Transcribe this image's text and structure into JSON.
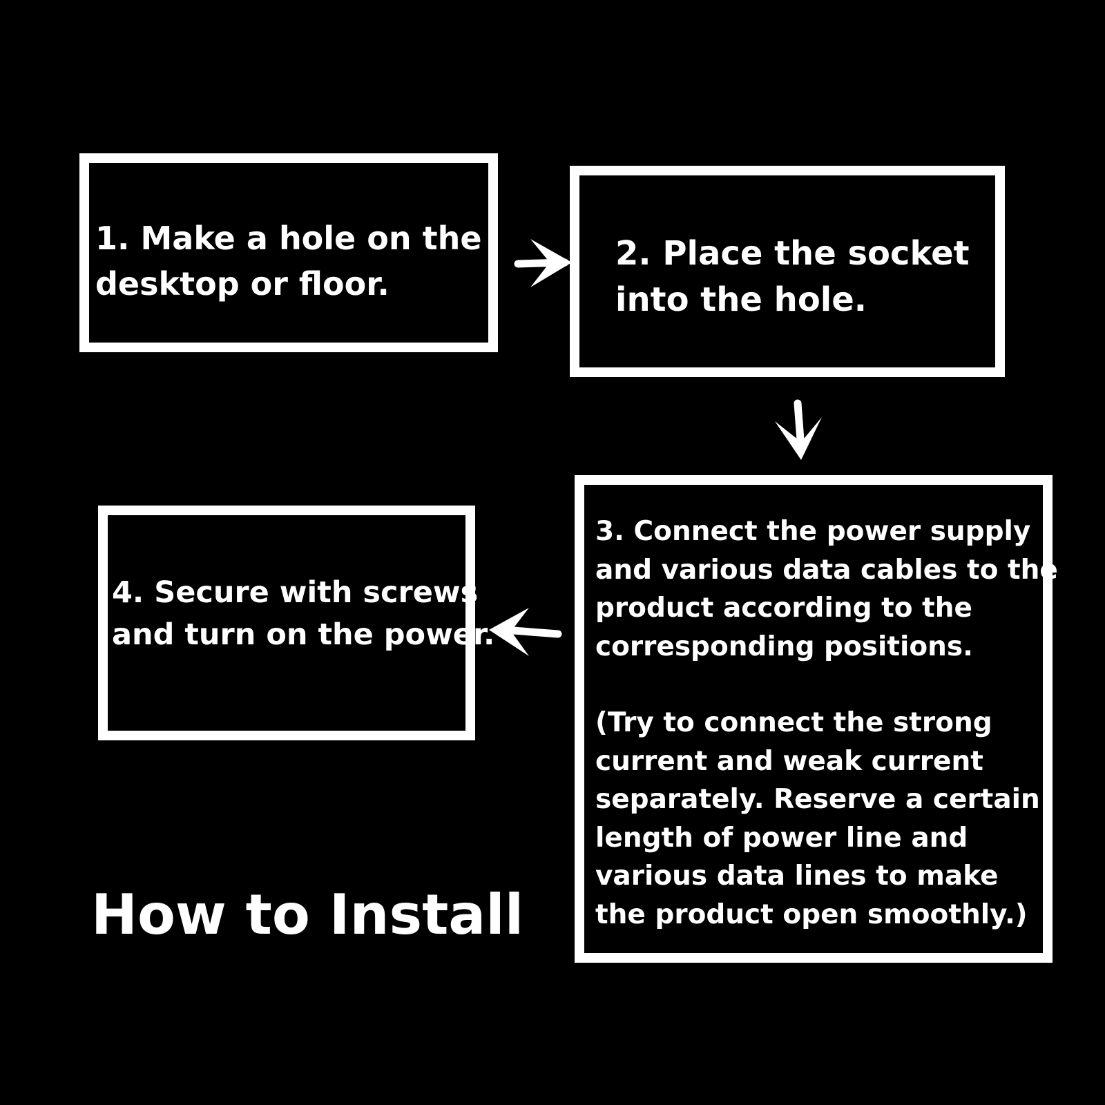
{
  "title": "How to Install",
  "colors": {
    "background": "#000000",
    "foreground": "#ffffff"
  },
  "steps": [
    {
      "lines": [
        "1. Make a hole on the",
        "desktop or floor."
      ]
    },
    {
      "lines": [
        "2. Place the socket",
        "into the hole."
      ]
    },
    {
      "lines": [
        "3. Connect the power supply",
        "and various data cables to the",
        "product according to the",
        "corresponding positions."
      ],
      "note_lines": [
        "(Try to connect the strong",
        "current and weak current",
        "separately. Reserve a certain",
        "length of power line and",
        "various data lines to make",
        "the product open smoothly.)"
      ]
    },
    {
      "lines": [
        "4. Secure with screws",
        "and turn on the power."
      ]
    }
  ],
  "arrows": [
    {
      "from": "step-1",
      "to": "step-2",
      "icon": "arrow-right-icon"
    },
    {
      "from": "step-2",
      "to": "step-3",
      "icon": "arrow-down-icon"
    },
    {
      "from": "step-3",
      "to": "step-4",
      "icon": "arrow-left-icon"
    }
  ]
}
